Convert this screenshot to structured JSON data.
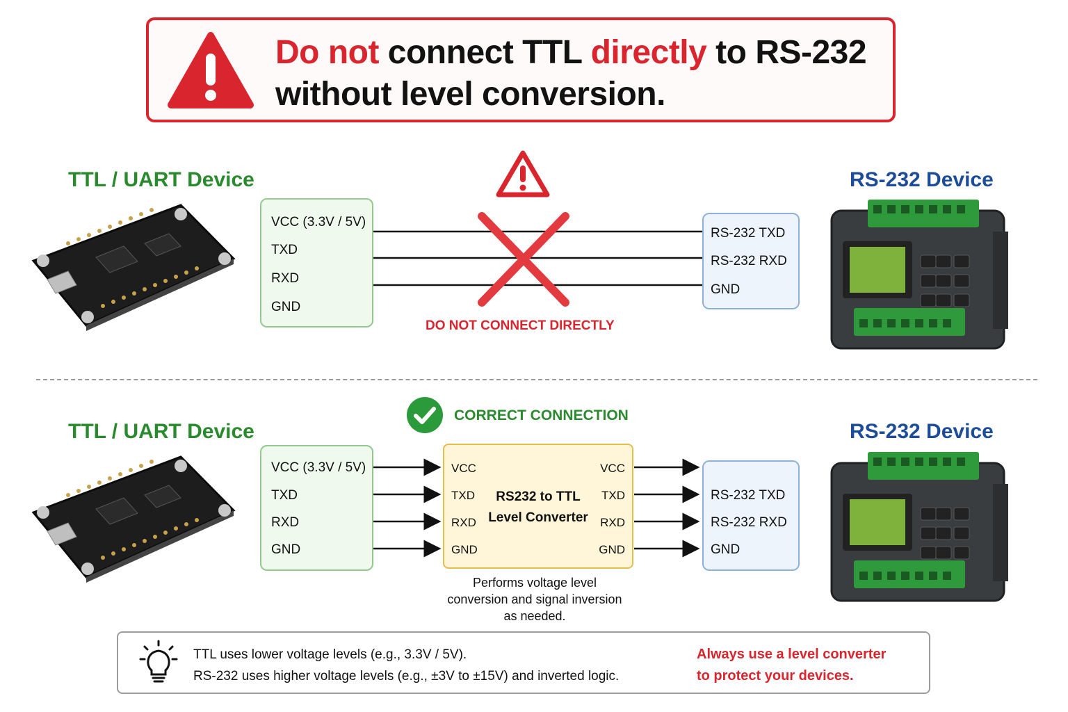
{
  "banner": {
    "part1": "Do not",
    "part2": " connect TTL ",
    "part3": "directly",
    "part4": " to RS-232",
    "line2": "without level conversion."
  },
  "top": {
    "ttl_title": "TTL / UART Device",
    "rs_title": "RS-232 Device",
    "ttl_pins": [
      "VCC (3.3V / 5V)",
      "TXD",
      "RXD",
      "GND"
    ],
    "rs_pins": [
      "RS-232 TXD",
      "RS-232 RXD",
      "GND"
    ],
    "warning": "DO NOT CONNECT DIRECTLY"
  },
  "bottom": {
    "ttl_title": "TTL / UART Device",
    "rs_title": "RS-232 Device",
    "status": "CORRECT CONNECTION",
    "ttl_pins": [
      "VCC (3.3V / 5V)",
      "TXD",
      "RXD",
      "GND"
    ],
    "rs_pins": [
      "RS-232 TXD",
      "RS-232 RXD",
      "GND"
    ],
    "converter": {
      "title_line1": "RS232 to TTL",
      "title_line2": "Level Converter",
      "left_pins": [
        "VCC",
        "TXD",
        "RXD",
        "GND"
      ],
      "right_pins": [
        "VCC",
        "TXD",
        "RXD",
        "GND"
      ]
    },
    "note": [
      "Performs voltage level",
      "conversion and signal inversion",
      "as needed."
    ]
  },
  "info": {
    "line1": "TTL uses lower voltage levels (e.g., 3.3V / 5V).",
    "line2": "RS-232 uses higher voltage levels (e.g., ±3V to ±15V)  and inverted logic.",
    "alert1": "Always use a level converter",
    "alert2": "to protect your devices."
  },
  "colors": {
    "warning_red": "#d9262e",
    "ttl_green": "#2a8a2e",
    "rs_blue": "#1d4c98",
    "converter_fill": "#fff6d9"
  },
  "icons": [
    "warning-triangle-icon",
    "cross-icon",
    "check-circle-icon",
    "lightbulb-icon"
  ]
}
